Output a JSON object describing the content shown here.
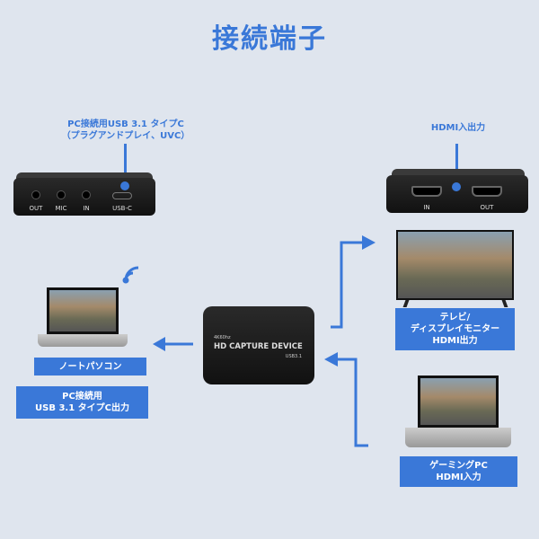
{
  "title": "接続端子",
  "left_device": {
    "callout": [
      "PC接続用USB 3.1 タイプC",
      "（プラグアンドプレイ、UVC）"
    ],
    "ports": [
      "OUT",
      "MIC",
      "IN",
      "USB-C"
    ]
  },
  "right_device": {
    "callout": "HDMI入出力",
    "ports": [
      "IN",
      "OUT"
    ]
  },
  "capture_device": {
    "spec": "4K60hz",
    "name": "HD CAPTURE DEVICE",
    "interface": "USB3.1"
  },
  "laptop_left": {
    "label": "ノートパソコン",
    "caption": [
      "PC接続用",
      "USB 3.1 タイプC出力"
    ]
  },
  "tv": {
    "caption": [
      "テレビ/",
      "ディスプレイモニター",
      "HDMI出力"
    ]
  },
  "gaming_pc": {
    "caption": [
      "ゲーミングPC",
      "HDMI入力"
    ]
  },
  "colors": {
    "accent": "#3a78d8",
    "background": "#dfe5ee"
  }
}
